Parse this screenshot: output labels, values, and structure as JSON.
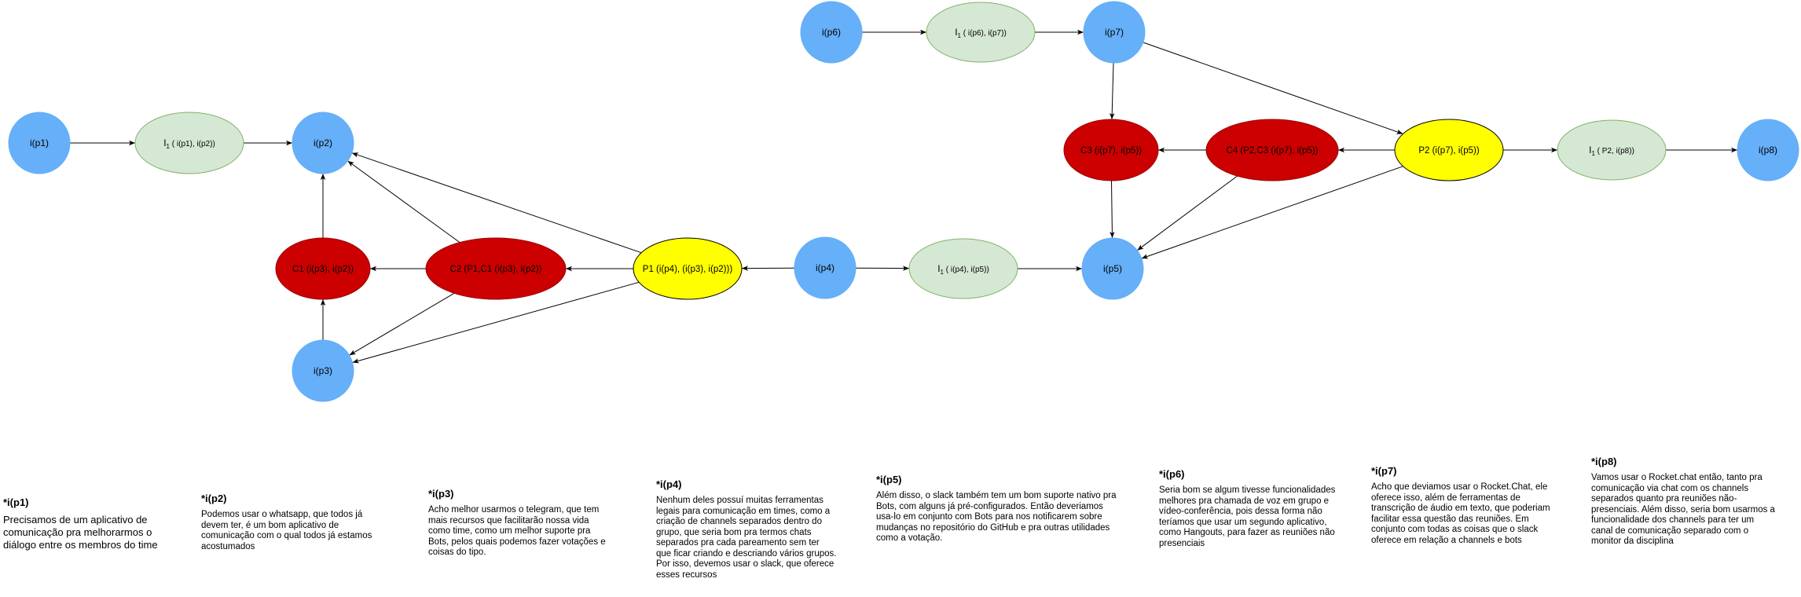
{
  "colors": {
    "info": "#66aff9",
    "issue": "#d5e8d4",
    "issue_border": "#82b366",
    "position": "#ffff00",
    "position_border": "#000000",
    "con": "#cc0000",
    "con_border": "#990000",
    "arrow": "#000000"
  },
  "nodes": {
    "p1": {
      "label": "i(p1)"
    },
    "p2": {
      "label": "i(p2)"
    },
    "p3": {
      "label": "i(p3)"
    },
    "p4": {
      "label": "i(p4)"
    },
    "p5": {
      "label": "i(p5)"
    },
    "p6": {
      "label": "i(p6)"
    },
    "p7": {
      "label": "i(p7)"
    },
    "p8": {
      "label": "i(p8)"
    },
    "i1": {
      "label_main": "I",
      "label_sub": "1",
      "label_args": "( i(p1), i(p2))"
    },
    "i2": {
      "label_main": "I",
      "label_sub": "1",
      "label_args": "( i(p4), i(p5))"
    },
    "i3": {
      "label_main": "I",
      "label_sub": "1",
      "label_args": "( i(p6), i(p7))"
    },
    "i4": {
      "label_main": "I",
      "label_sub": "1",
      "label_args": "( P2, i(p8))"
    },
    "P1": {
      "label": "P1 (i(p4), (i(p3), i(p2)))"
    },
    "P2": {
      "label": "P2 (i(p7), i(p5))"
    },
    "C1": {
      "label": "C1 (i(p3), i(p2))"
    },
    "C2": {
      "label": "C2 (P1,C1 (i(p3), i(p2))"
    },
    "C3": {
      "label": "C3 (i(p7), i(p5))"
    },
    "C4": {
      "label": "C4 (P2,C3 (i(p7), i(p5))"
    }
  },
  "notes": [
    {
      "title": "*i(p1)",
      "body": "Precisamos de um aplicativo de comunicação pra melhorarmos o diálogo entre os membros do time"
    },
    {
      "title": "*i(p2)",
      "body": "Podemos usar o whatsapp, que todos já devem ter, é um bom aplicativo de comunicação com o qual todos já estamos acostumados"
    },
    {
      "title": "*i(p3)",
      "body": "Acho melhor usarmos o telegram, que tem mais recursos que facilitarão nossa vida como time, como um melhor suporte pra Bots, pelos quais podemos fazer votações e coisas do tipo."
    },
    {
      "title": "*i(p4)",
      "body": "Nenhum  deles possuí muitas ferramentas legais para comunicação em times, como a criação de channels separados dentro do grupo, que seria bom pra termos chats separados pra cada pareamento sem ter que ficar criando e descriando vários grupos. Por isso, devemos usar o slack, que oferece esses recursos"
    },
    {
      "title": "*i(p5)",
      "body": "Além disso, o slack também tem um bom suporte nativo pra Bots, com alguns já pré-configurados. Então deveriamos usa-lo em conjunto com Bots para nos notificarem sobre mudanças no repositório do GitHub e pra outras utilidades como a votação."
    },
    {
      "title": "*i(p6)",
      "body": "Seria bom se algum tivesse funcionalidades melhores pra chamada de voz em grupo e vídeo-conferência, pois dessa forma não teríamos que usar um segundo aplicativo, como Hangouts, para fazer as reuniões não presenciais"
    },
    {
      "title": "*i(p7)",
      "body": "Acho que deviamos usar o Rocket.Chat, ele oferece isso, além de ferramentas de transcrição de áudio em texto, que poderiam facilitar essa questão das reuniões. Em conjunto com todas as coisas que o slack oferece em relação a channels e bots"
    },
    {
      "title": "*i(p8)",
      "body": "Vamos usar o Rocket.chat então, tanto pra comunicação via chat com os channels separados quanto pra reuniões não-presenciais. Além disso, seria bom usarmos a funcionalidade dos channels para ter um canal de comunicação separado com o monitor da disciplina"
    }
  ]
}
